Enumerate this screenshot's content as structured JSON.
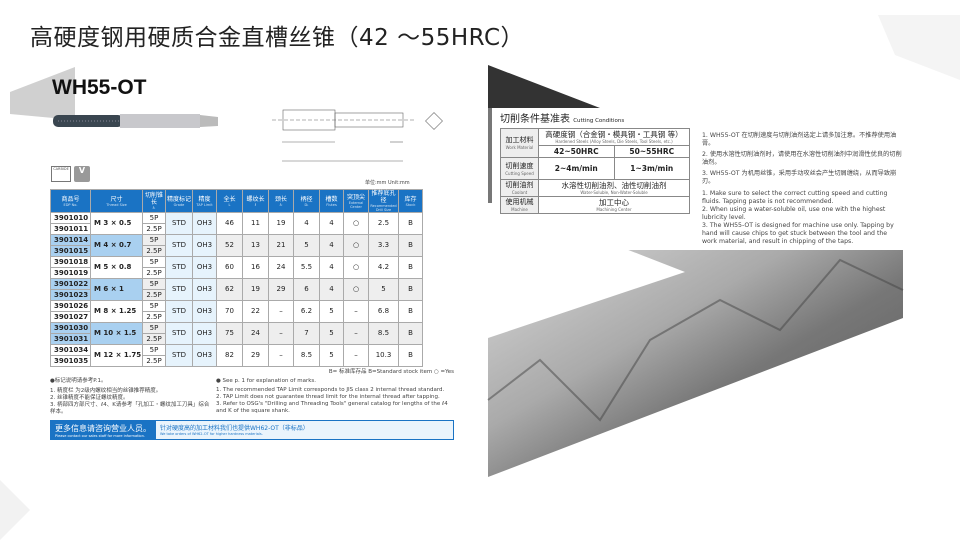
{
  "title": "高硬度钢用硬质合金直槽丝锥（42 ～55HRC）",
  "model": "WH55-OT",
  "badges": [
    "CARBIDE",
    "V"
  ],
  "unit": "单位:mm  Unit:mm",
  "table": {
    "headers": [
      [
        "商品号",
        "EDP No."
      ],
      [
        "尺寸",
        "Thread Size"
      ],
      [
        "切削锥长",
        "ℓ₁"
      ],
      [
        "精度标记",
        "Grade"
      ],
      [
        "精度",
        "TAP Limit"
      ],
      [
        "全长",
        "L"
      ],
      [
        "螺纹长",
        "ℓ"
      ],
      [
        "颈长",
        "ℓ₂"
      ],
      [
        "柄径",
        "D₁"
      ],
      [
        "槽数",
        "Flutes"
      ],
      [
        "突顶尖",
        "External Center"
      ],
      [
        "推荐底孔径",
        "Recommended Drill Size"
      ],
      [
        "库存",
        "Stock"
      ]
    ],
    "groups": [
      {
        "codes": [
          "3901010",
          "3901011"
        ],
        "size": "M  3 × 0.5",
        "chamfer": [
          "5P",
          "2.5P"
        ],
        "grade": "STD",
        "limit": "OH3",
        "L": "46",
        "l": "11",
        "l2": "19",
        "d": "4",
        "flutes": "4",
        "center": "○",
        "drill": "2.5",
        "stock": "B"
      },
      {
        "codes": [
          "3901014",
          "3901015"
        ],
        "size": "M  4 × 0.7",
        "chamfer": [
          "5P",
          "2.5P"
        ],
        "grade": "STD",
        "limit": "OH3",
        "L": "52",
        "l": "13",
        "l2": "21",
        "d": "5",
        "flutes": "4",
        "center": "○",
        "drill": "3.3",
        "stock": "B"
      },
      {
        "codes": [
          "3901018",
          "3901019"
        ],
        "size": "M  5 × 0.8",
        "chamfer": [
          "5P",
          "2.5P"
        ],
        "grade": "STD",
        "limit": "OH3",
        "L": "60",
        "l": "16",
        "l2": "24",
        "d": "5.5",
        "flutes": "4",
        "center": "○",
        "drill": "4.2",
        "stock": "B"
      },
      {
        "codes": [
          "3901022",
          "3901023"
        ],
        "size": "M  6 × 1",
        "chamfer": [
          "5P",
          "2.5P"
        ],
        "grade": "STD",
        "limit": "OH3",
        "L": "62",
        "l": "19",
        "l2": "29",
        "d": "6",
        "flutes": "4",
        "center": "○",
        "drill": "5",
        "stock": "B"
      },
      {
        "codes": [
          "3901026",
          "3901027"
        ],
        "size": "M  8 × 1.25",
        "chamfer": [
          "5P",
          "2.5P"
        ],
        "grade": "STD",
        "limit": "OH3",
        "L": "70",
        "l": "22",
        "l2": "–",
        "d": "6.2",
        "flutes": "5",
        "center": "–",
        "drill": "6.8",
        "stock": "B"
      },
      {
        "codes": [
          "3901030",
          "3901031"
        ],
        "size": "M 10 × 1.5",
        "chamfer": [
          "5P",
          "2.5P"
        ],
        "grade": "STD",
        "limit": "OH3",
        "L": "75",
        "l": "24",
        "l2": "–",
        "d": "7",
        "flutes": "5",
        "center": "–",
        "drill": "8.5",
        "stock": "B"
      },
      {
        "codes": [
          "3901034",
          "3901035"
        ],
        "size": "M 12 × 1.75",
        "chamfer": [
          "5P",
          "2.5P"
        ],
        "grade": "STD",
        "limit": "OH3",
        "L": "82",
        "l": "29",
        "l2": "–",
        "d": "8.5",
        "flutes": "5",
        "center": "–",
        "drill": "10.3",
        "stock": "B"
      }
    ]
  },
  "legend": "B= 标准库存品  B=Standard stock item  ○ =Yes",
  "notes_cn": [
    "●标记说明请参考P.1。",
    "1. 精度栏      为2级内螺纹相当的丝锥推荐精度。",
    "2. 丝锥精度不能保证螺纹精度。",
    "3. 柄部四方部尺寸、ℓ4、K请参考「孔加工・螺纹加工刀具」综合样本。"
  ],
  "notes_en": [
    "● See p. 1 for explanation of marks.",
    "1. The recommended TAP Limit corresponds to JIS class 2 internal thread standard.",
    "2. TAP Limit does not guarantee thread limit for the internal thread after tapping.",
    "3. Refer to OSG's \"Drilling and Threading Tools\" general catalog for lengths of the ℓ4 and K of the square shank."
  ],
  "banner": {
    "left_cn": "更多信息请咨询营业人员。",
    "left_en": "Please contact our sales staff for more information.",
    "right_cn": "针对硬度高的加工材料我们也提供WH62-OT（非标品）",
    "right_en": "We take orders of WH62-OT for higher hardness materials."
  },
  "cutting": {
    "title": "切削条件基准表",
    "title_en": "Cutting Conditions",
    "work_material": [
      "加工材料",
      "Work Material"
    ],
    "material": [
      "高硬度钢（合金钢・模具钢・工具钢 等）",
      "Hardened Steels (Alloy Steels, Die Steels, Tool Steels, etc.)"
    ],
    "hrc": [
      "42~50HRC",
      "50~55HRC"
    ],
    "speed_label": [
      "切削速度",
      "Cutting Speed"
    ],
    "speed": [
      "2~4m/min",
      "1~3m/min"
    ],
    "coolant_label": [
      "切削油剂",
      "Coolant"
    ],
    "coolant": [
      "水溶性切削油剂、油性切削油剂",
      "Water-Soluble, Non-Water-Soluble"
    ],
    "machine_label": [
      "使用机械",
      "Machine"
    ],
    "machine": [
      "加工中心",
      "Machining Center"
    ]
  },
  "right_notes_cn": [
    "1. WH55-OT 在切削速度与切削油剂选定上请多加注意。不推荐使用油膏。",
    "2. 使用水溶性切削油剂时，请使用在水溶性切削油剂中润滑性优良的切削油剂。",
    "3. WH55-OT 为机用丝锥，采用手动攻丝会产生切屑缠绕，从而导致崩刃。"
  ],
  "right_notes_en": [
    "1. Make sure to select the correct cutting speed and cutting fluids. Tapping paste is not recommended.",
    "2. When using a water-soluble oil, use one with the highest lubricity level.",
    "3. The WH55-OT is designed for machine use only. Tapping by hand will cause chips to get stuck between the tool and the work material, and result in chipping of the taps."
  ],
  "colors": {
    "blue": "#1a73c4",
    "light_blue": "#a9d0f0"
  }
}
